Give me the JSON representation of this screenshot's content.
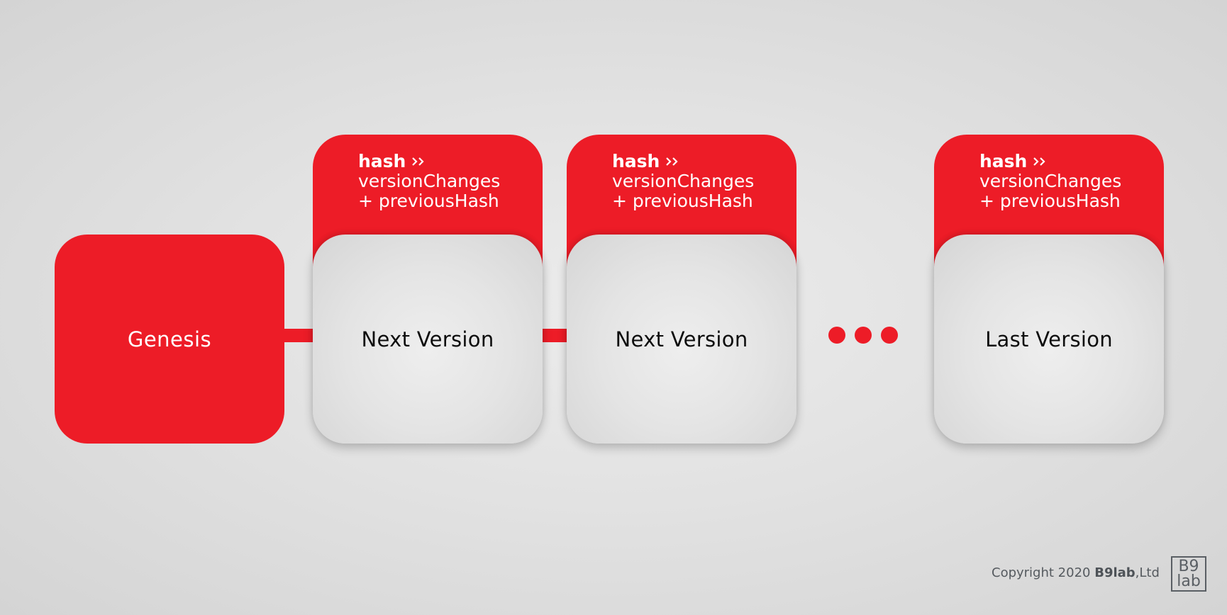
{
  "diagram": {
    "genesis": {
      "label": "Genesis"
    },
    "blocks": [
      {
        "label": "Next Version",
        "header": {
          "hash": "hash",
          "line1": "versionChanges",
          "line2": "+ previousHash"
        }
      },
      {
        "label": "Next Version",
        "header": {
          "hash": "hash",
          "line1": "versionChanges",
          "line2": "+ previousHash"
        }
      },
      {
        "label": "Last Version",
        "header": {
          "hash": "hash",
          "line1": "versionChanges",
          "line2": "+ previousHash"
        }
      }
    ],
    "ellipsis_icon": "three-dots",
    "chevron_icon": "double-chevron-right"
  },
  "footer": {
    "copyright_prefix": "Copyright 2020 ",
    "company_bold": "B9lab",
    "company_suffix": ",Ltd",
    "logo_line1": "B9",
    "logo_line2": "lab"
  },
  "colors": {
    "accent": "#ed1c27",
    "background": "#e2e2e2",
    "block": "#e4e4e4",
    "text_dark": "#0d0d0d"
  }
}
